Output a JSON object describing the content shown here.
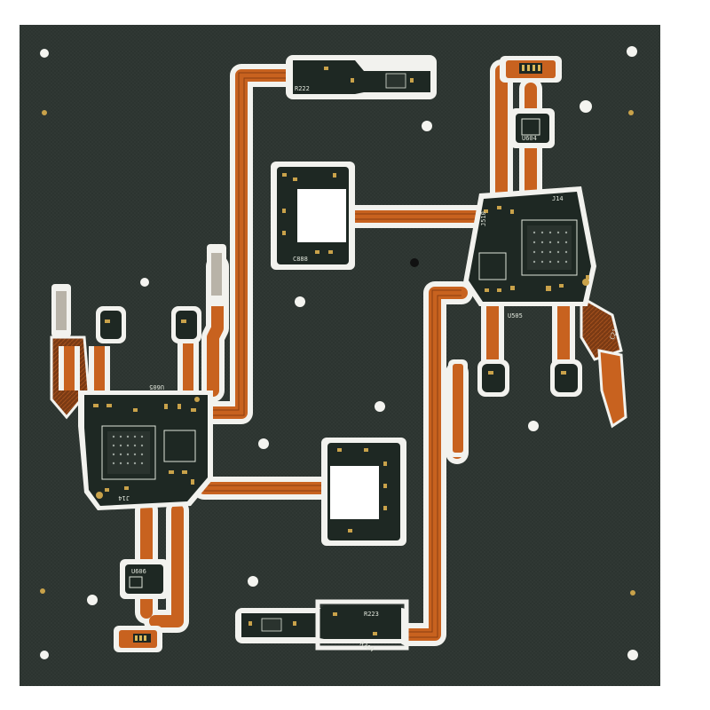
{
  "image": {
    "subject": "rigid-flex PCB panel",
    "colors": {
      "board": "#2b332f",
      "board_dark": "#1f2622",
      "flex": "#c8621f",
      "flex_dark": "#8a3d12",
      "outline": "#f2f2ee",
      "copper_pad": "#c9a24a",
      "gold_pad": "#d9b85a",
      "silkscreen": "#dfe4da",
      "window": "#ffffff"
    }
  },
  "labels": {
    "r222": "R222",
    "u604": "U604",
    "j14_right": "J14",
    "u505": "U505",
    "u605": "U605",
    "j14_left": "J14",
    "u606": "U606",
    "r223": "R223",
    "r304": "R304",
    "c21": "C21",
    "j510": "J510",
    "c888": "C888"
  }
}
